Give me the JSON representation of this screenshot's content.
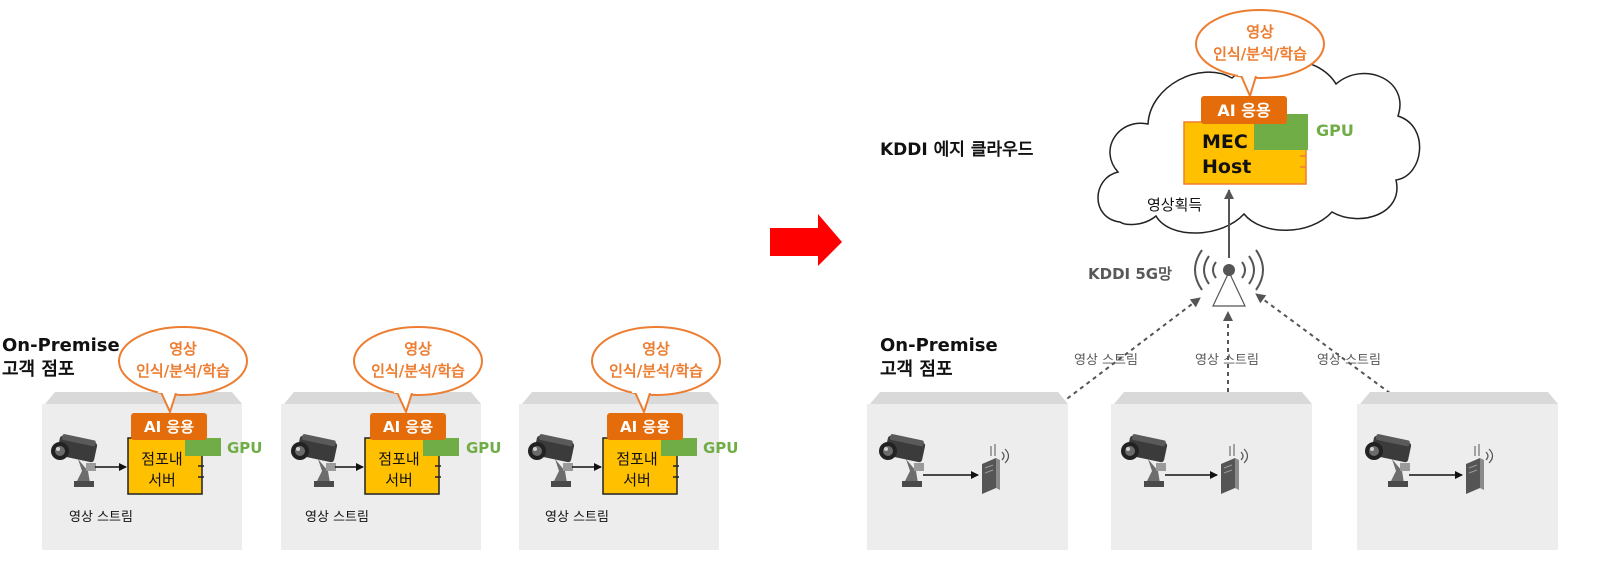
{
  "left": {
    "site_label_line1": "On-Premise",
    "site_label_line2": "고객 점포",
    "stores": [
      {
        "bubble_line1": "영상",
        "bubble_line2": "인식/분석/학습",
        "ai_label": "AI 응용",
        "gpu_label": "GPU",
        "server_line1": "점포내",
        "server_line2": "서버",
        "stream_label": "영상 스트림"
      },
      {
        "bubble_line1": "영상",
        "bubble_line2": "인식/분석/학습",
        "ai_label": "AI 응용",
        "gpu_label": "GPU",
        "server_line1": "점포내",
        "server_line2": "서버",
        "stream_label": "영상 스트림"
      },
      {
        "bubble_line1": "영상",
        "bubble_line2": "인식/분석/학습",
        "ai_label": "AI 응용",
        "gpu_label": "GPU",
        "server_line1": "점포내",
        "server_line2": "서버",
        "stream_label": "영상 스트림"
      }
    ]
  },
  "right": {
    "cloud_label": "KDDI 에지 클라우드",
    "bubble_line1": "영상",
    "bubble_line2": "인식/분석/학습",
    "ai_label": "AI 응용",
    "host_line1": "MEC",
    "host_line2": "Host",
    "gpu_label": "GPU",
    "acquire_label": "영상획득",
    "network_label": "KDDI 5G망",
    "site_label_line1": "On-Premise",
    "site_label_line2": "고객 점포",
    "stream_labels": [
      "영상 스트림",
      "영상 스트림",
      "영상 스트림"
    ]
  },
  "colors": {
    "orange": "#ED7D31",
    "gold": "#FFC000",
    "green": "#70AD47",
    "arrow_red": "#FF0000",
    "store_gray": "#EDEDED"
  }
}
